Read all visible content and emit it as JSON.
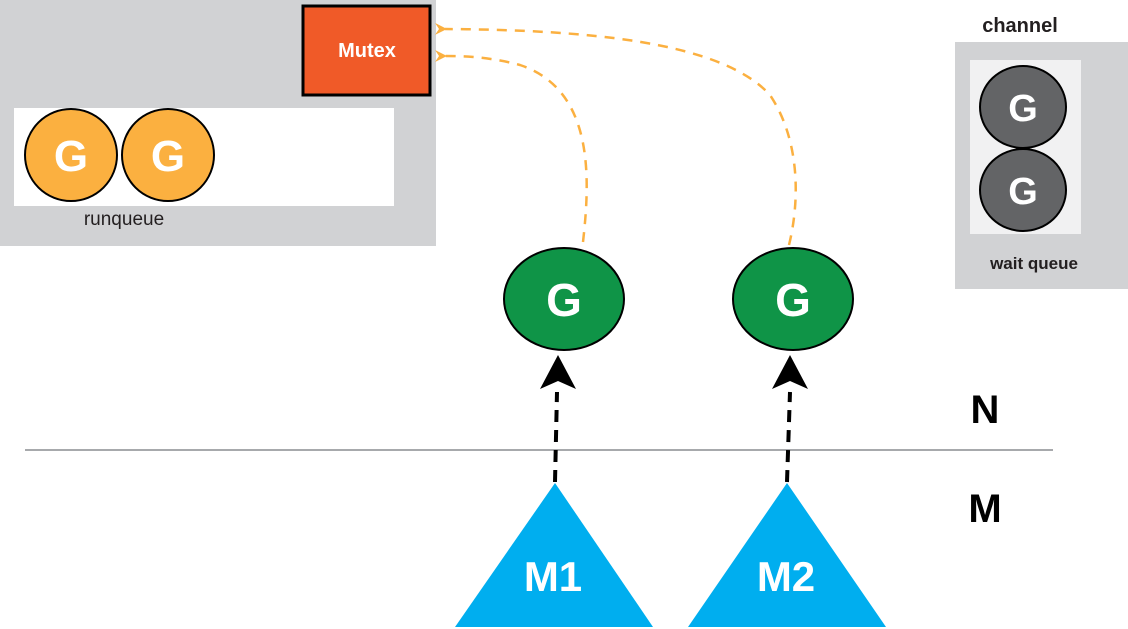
{
  "colors": {
    "panel": "#d1d2d4",
    "runqueue_bg": "#ffffff",
    "waitqueue_bg": "#f1f1f2",
    "mutex": "#f05a28",
    "runnable_g": "#fbb040",
    "running_g": "#0f9447",
    "waiting_g": "#636466",
    "machine": "#00aeef",
    "lock_arrow": "#fbb040",
    "divider": "#a7a9ac"
  },
  "mutex": {
    "label": "Mutex"
  },
  "runqueue": {
    "label": "runqueue",
    "goroutines": [
      "G",
      "G"
    ]
  },
  "channel": {
    "title": "channel",
    "wait_queue_label": "wait queue",
    "goroutines": [
      "G",
      "G"
    ]
  },
  "running_goroutines": [
    {
      "label": "G",
      "machine": "M1"
    },
    {
      "label": "G",
      "machine": "M2"
    }
  ],
  "layers": {
    "upper": "N",
    "lower": "M"
  }
}
